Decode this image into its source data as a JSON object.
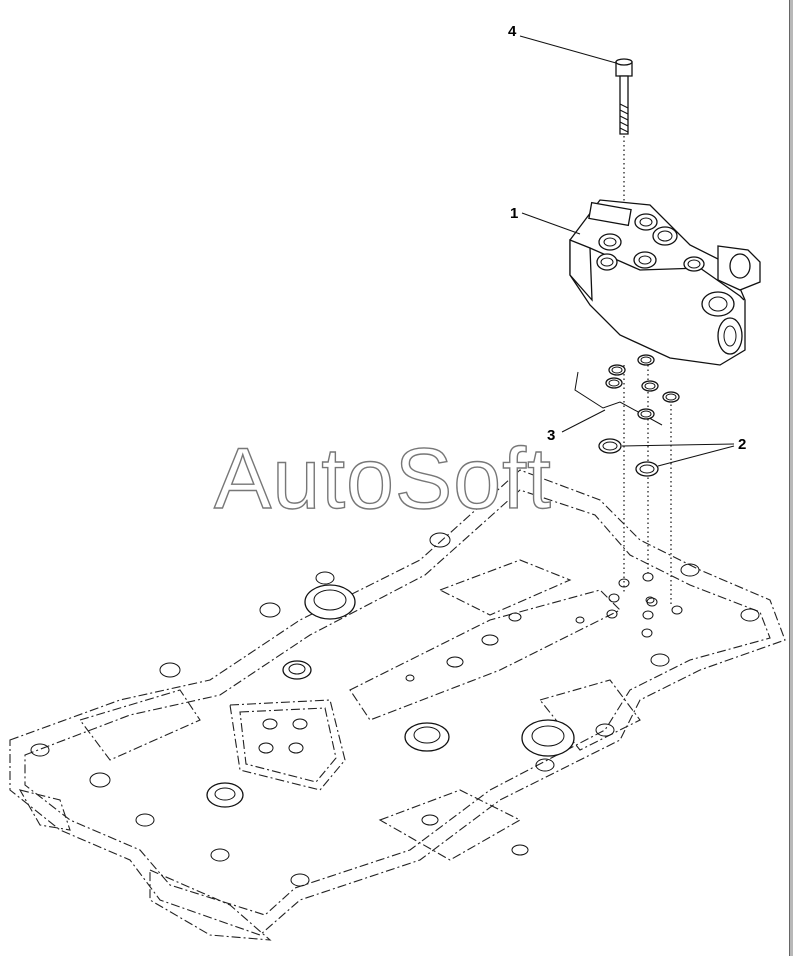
{
  "watermark": "AutoSoft",
  "callouts": [
    {
      "id": "callout-4",
      "label": "4"
    },
    {
      "id": "callout-1",
      "label": "1"
    },
    {
      "id": "callout-3",
      "label": "3"
    },
    {
      "id": "callout-2",
      "label": "2"
    }
  ]
}
